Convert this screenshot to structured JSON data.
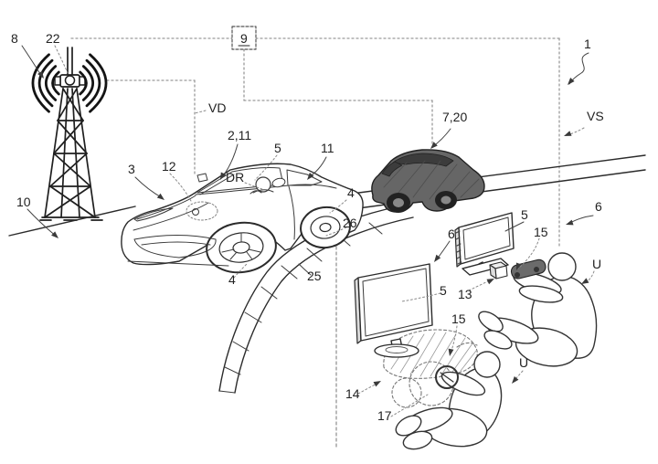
{
  "fig": {
    "colors": {
      "background": "#ffffff",
      "line": "#2b2b2b",
      "dotted_link": "#9a9a9a",
      "dark_vehicle": "#666666"
    },
    "labels": {
      "signal_waves": "8",
      "antenna": "22",
      "server": "9",
      "system": "1",
      "vehicle_data": "VD",
      "simulation_station": "VS",
      "vehicle_ref": "2,11",
      "vehicle_body": "3",
      "hood_sensor": "12",
      "roof": "5",
      "vehicle_rear": "11",
      "driver": "DR",
      "door": "4",
      "sill": "26",
      "front_wheel": "4",
      "curb": "25",
      "road": "10",
      "second_vehicle": "7,20",
      "display1": "5",
      "display1_device": "6",
      "display2": "5",
      "display2_device": "6",
      "console": "13",
      "controller1": "15",
      "controller2": "15",
      "user1": "U",
      "user2": "U",
      "simulator": "14",
      "sim_controller": "17"
    }
  }
}
